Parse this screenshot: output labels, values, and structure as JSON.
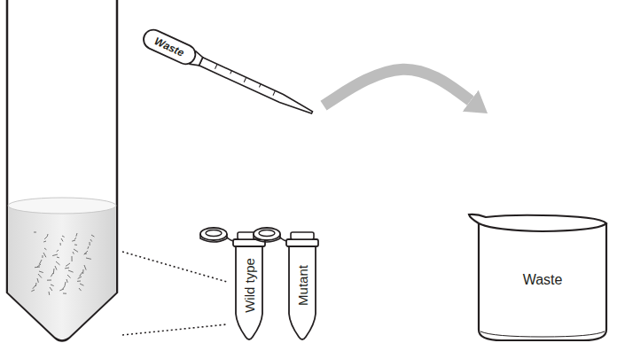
{
  "diagram": {
    "nodes": [
      {
        "text": [
          "Waste"
        ]
      },
      {
        "text": [
          "Wild type"
        ]
      },
      {
        "text": [
          "Mutant"
        ]
      },
      {
        "text": [
          "Waste"
        ]
      }
    ],
    "edges": [
      {
        "from": 0,
        "to": 3,
        "arrow": "to"
      }
    ]
  }
}
